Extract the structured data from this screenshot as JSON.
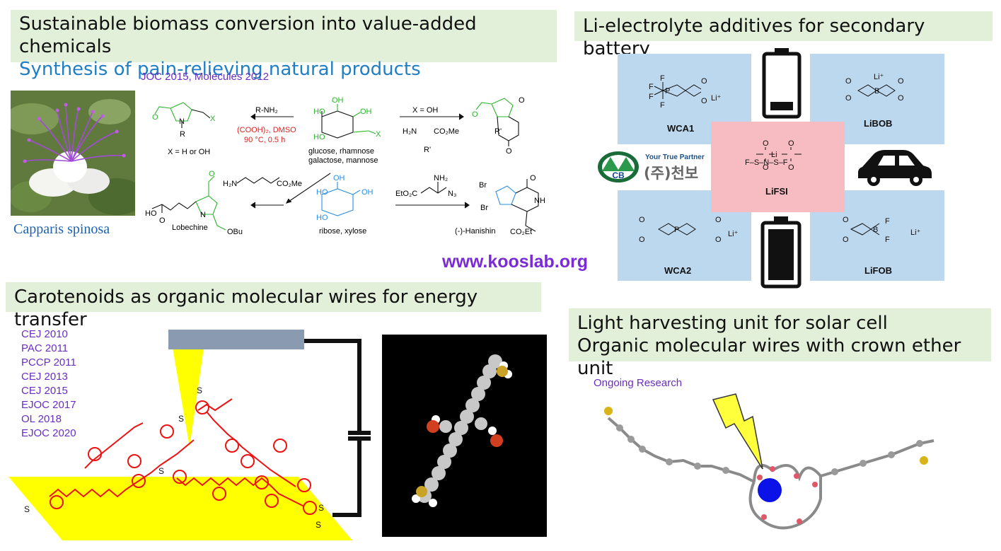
{
  "top_left": {
    "title_line1": "Sustainable biomass conversion into value-added chemicals",
    "title_line2": "Synthesis of pain-relieving natural products",
    "refs": "JOC 2015, Molecules 2012",
    "photo_caption": "Capparis spinosa",
    "scheme": {
      "reagent_amine": "R-NH₂",
      "conditions_1": "(COOH)₂, DMSO",
      "conditions_2": "90 °C, 0.5 h",
      "x_condition": "X = H or OH",
      "sugar_label_1": "glucose, rhamnose",
      "sugar_label_2": "galactose, mannose",
      "x_eq_oh": "X = OH",
      "aminoester_amine": "H₂N",
      "aminoester_ester": "CO₂Me",
      "aminoester_r": "R'",
      "lobechine": "Lobechine",
      "lobechine_amine": "H₂N",
      "lobechine_ester": "CO₂Me",
      "lobechine_obu": "OBu",
      "lobechine_ho": "HO",
      "pentose_label": "ribose, xylose",
      "hanishin": "(-)-Hanishin",
      "hanishin_nh2": "NH₂",
      "hanishin_eto2c": "EtO₂C",
      "hanishin_n3": "N₃",
      "hanishin_br1": "Br",
      "hanishin_br2": "Br",
      "hanishin_nh": "NH",
      "hanishin_co2et": "CO₂Et",
      "pyrrole_r": "R",
      "pyrrole_x": "X",
      "bicyclic_r": "R'",
      "ring_hydroxyls": [
        "HO",
        "OH",
        "OH",
        "HO",
        "X"
      ],
      "pentose_hydroxyls": [
        "HO",
        "OH",
        "OH",
        "HO"
      ]
    }
  },
  "website": "www.kooslab.org",
  "top_right": {
    "title": "Li-electrolyte additives for secondary battery",
    "wca1": "WCA1",
    "libob": "LiBOB",
    "lifsi": "LiFSI",
    "wca2": "WCA2",
    "lifob": "LiFOB",
    "lifsi_formula": "F–S–N–S–F",
    "partner_tagline": "Your True Partner",
    "partner_name": "(주)천보",
    "partner_logo_text": "CB",
    "li_plus": "Li⁺",
    "wca1_f": [
      "F",
      "F",
      "F",
      "F"
    ],
    "wca1_p": "P",
    "libob_b": "B",
    "wca2_p": "P",
    "lifob_b": "B",
    "lifob_f": [
      "F",
      "F"
    ],
    "oxygen": "O",
    "lifsi_li": "Li"
  },
  "bottom_left": {
    "title": "Carotenoids as organic molecular wires for energy transfer",
    "refs": [
      "CEJ 2010",
      "PAC 2011",
      "PCCP 2011",
      "CEJ 2013",
      "CEJ 2015",
      "EJOC 2017",
      "OL 2018",
      "EJOC 2020"
    ],
    "sulfur_label": "S"
  },
  "bottom_right": {
    "title_line1": "Light harvesting unit for solar cell",
    "title_line2": "Organic molecular wires with crown ether unit",
    "note": "Ongoing Research"
  },
  "colors": {
    "banner_bg": "#e3f0d9",
    "accent_blue": "#1f7fc4",
    "ref_purple": "#6a2fc0",
    "quad_blue": "#bcd8ee",
    "center_pink": "#f6bcc2",
    "carotenoid_red": "#ee1111",
    "surface_yellow": "#ffff00",
    "electrode_gray": "#8a9ab0"
  }
}
